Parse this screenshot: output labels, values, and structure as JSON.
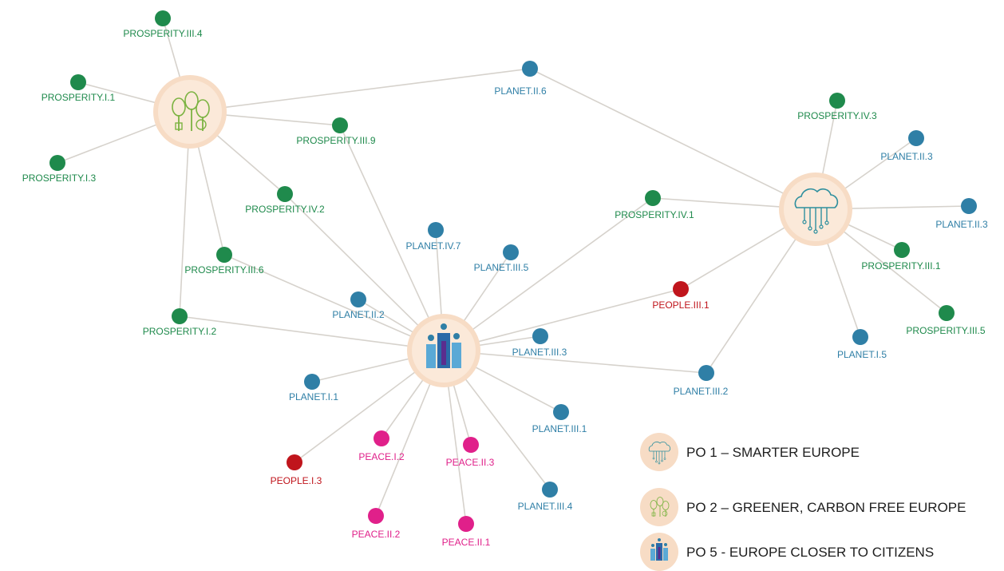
{
  "colors": {
    "prosperity": "#1f8a4c",
    "planet": "#2f7fa6",
    "people": "#c0151c",
    "peace": "#e0208a",
    "edge": "#d6d2cc",
    "hub": "#f7dcc5"
  },
  "hubs": [
    {
      "id": "po1",
      "icon": "cloud-circuit-icon"
    },
    {
      "id": "po2",
      "icon": "trees-leaf-icon"
    },
    {
      "id": "po5",
      "icon": "city-buildings-icon"
    }
  ],
  "nodes": [
    {
      "id": "PROSPERITY.III.4",
      "label": "PROSPERITY.III.4",
      "group": "prosperity"
    },
    {
      "id": "PROSPERITY.I.1",
      "label": "PROSPERITY.I.1",
      "group": "prosperity"
    },
    {
      "id": "PROSPERITY.I.3",
      "label": "PROSPERITY.I.3",
      "group": "prosperity"
    },
    {
      "id": "PROSPERITY.III.9",
      "label": "PROSPERITY.III.9",
      "group": "prosperity"
    },
    {
      "id": "PROSPERITY.IV.2",
      "label": "PROSPERITY.IV.2",
      "group": "prosperity"
    },
    {
      "id": "PROSPERITY.III.6",
      "label": "PROSPERITY.III.6",
      "group": "prosperity"
    },
    {
      "id": "PROSPERITY.I.2",
      "label": "PROSPERITY.I.2",
      "group": "prosperity"
    },
    {
      "id": "PLANET.II.6",
      "label": "PLANET.II.6",
      "group": "planet"
    },
    {
      "id": "PROSPERITY.IV.3",
      "label": "PROSPERITY.IV.3",
      "group": "prosperity"
    },
    {
      "id": "PLANET.II.3a",
      "label": "PLANET.II.3",
      "group": "planet"
    },
    {
      "id": "PLANET.II.3b",
      "label": "PLANET.II.3",
      "group": "planet"
    },
    {
      "id": "PROSPERITY.IV.1",
      "label": "PROSPERITY.IV.1",
      "group": "prosperity"
    },
    {
      "id": "PLANET.IV.7",
      "label": "PLANET.IV.7",
      "group": "planet"
    },
    {
      "id": "PLANET.III.5",
      "label": "PLANET.III.5",
      "group": "planet"
    },
    {
      "id": "PROSPERITY.III.1",
      "label": "PROSPERITY.III.1",
      "group": "prosperity"
    },
    {
      "id": "PEOPLE.III.1",
      "label": "PEOPLE.III.1",
      "group": "people"
    },
    {
      "id": "PLANET.II.2",
      "label": "PLANET.II.2",
      "group": "planet"
    },
    {
      "id": "PROSPERITY.III.5",
      "label": "PROSPERITY.III.5",
      "group": "prosperity"
    },
    {
      "id": "PLANET.I.5",
      "label": "PLANET.I.5",
      "group": "planet"
    },
    {
      "id": "PLANET.III.3",
      "label": "PLANET.III.3",
      "group": "planet"
    },
    {
      "id": "PLANET.III.2",
      "label": "PLANET.III.2",
      "group": "planet"
    },
    {
      "id": "PLANET.I.1",
      "label": "PLANET.I.1",
      "group": "planet"
    },
    {
      "id": "PLANET.III.1",
      "label": "PLANET.III.1",
      "group": "planet"
    },
    {
      "id": "PEOPLE.I.3",
      "label": "PEOPLE.I.3",
      "group": "people"
    },
    {
      "id": "PEACE.I.2",
      "label": "PEACE.I.2",
      "group": "peace"
    },
    {
      "id": "PEACE.II.3",
      "label": "PEACE.II.3",
      "group": "peace"
    },
    {
      "id": "PEACE.II.2",
      "label": "PEACE.II.2",
      "group": "peace"
    },
    {
      "id": "PEACE.II.1",
      "label": "PEACE.II.1",
      "group": "peace"
    },
    {
      "id": "PLANET.III.4",
      "label": "PLANET.III.4",
      "group": "planet"
    }
  ],
  "edges": [
    [
      "po2",
      "PROSPERITY.III.4"
    ],
    [
      "po2",
      "PROSPERITY.I.1"
    ],
    [
      "po2",
      "PROSPERITY.I.3"
    ],
    [
      "po2",
      "PROSPERITY.III.9"
    ],
    [
      "po2",
      "PROSPERITY.IV.2"
    ],
    [
      "po2",
      "PROSPERITY.III.6"
    ],
    [
      "po2",
      "PROSPERITY.I.2"
    ],
    [
      "po2",
      "PLANET.II.6"
    ],
    [
      "po1",
      "PLANET.II.6"
    ],
    [
      "po1",
      "PROSPERITY.IV.3"
    ],
    [
      "po1",
      "PLANET.II.3a"
    ],
    [
      "po1",
      "PLANET.II.3b"
    ],
    [
      "po1",
      "PROSPERITY.IV.1"
    ],
    [
      "po1",
      "PROSPERITY.III.1"
    ],
    [
      "po1",
      "PROSPERITY.III.5"
    ],
    [
      "po1",
      "PLANET.I.5"
    ],
    [
      "po1",
      "PEOPLE.III.1"
    ],
    [
      "po1",
      "PLANET.III.2"
    ],
    [
      "po5",
      "PROSPERITY.III.9"
    ],
    [
      "po5",
      "PROSPERITY.IV.2"
    ],
    [
      "po5",
      "PROSPERITY.III.6"
    ],
    [
      "po5",
      "PROSPERITY.I.2"
    ],
    [
      "po5",
      "PLANET.IV.7"
    ],
    [
      "po5",
      "PLANET.III.5"
    ],
    [
      "po5",
      "PROSPERITY.IV.1"
    ],
    [
      "po5",
      "PEOPLE.III.1"
    ],
    [
      "po5",
      "PLANET.II.2"
    ],
    [
      "po5",
      "PLANET.III.3"
    ],
    [
      "po5",
      "PLANET.III.2"
    ],
    [
      "po5",
      "PLANET.I.1"
    ],
    [
      "po5",
      "PLANET.III.1"
    ],
    [
      "po5",
      "PEOPLE.I.3"
    ],
    [
      "po5",
      "PEACE.I.2"
    ],
    [
      "po5",
      "PEACE.II.3"
    ],
    [
      "po5",
      "PEACE.II.2"
    ],
    [
      "po5",
      "PEACE.II.1"
    ],
    [
      "po5",
      "PLANET.III.4"
    ]
  ],
  "legend": [
    {
      "hub": "po1",
      "label": "PO 1 – SMARTER EUROPE"
    },
    {
      "hub": "po2",
      "label": "PO 2 – GREENER, CARBON FREE EUROPE"
    },
    {
      "hub": "po5",
      "label": "PO 5 - EUROPE CLOSER TO CITIZENS"
    }
  ]
}
